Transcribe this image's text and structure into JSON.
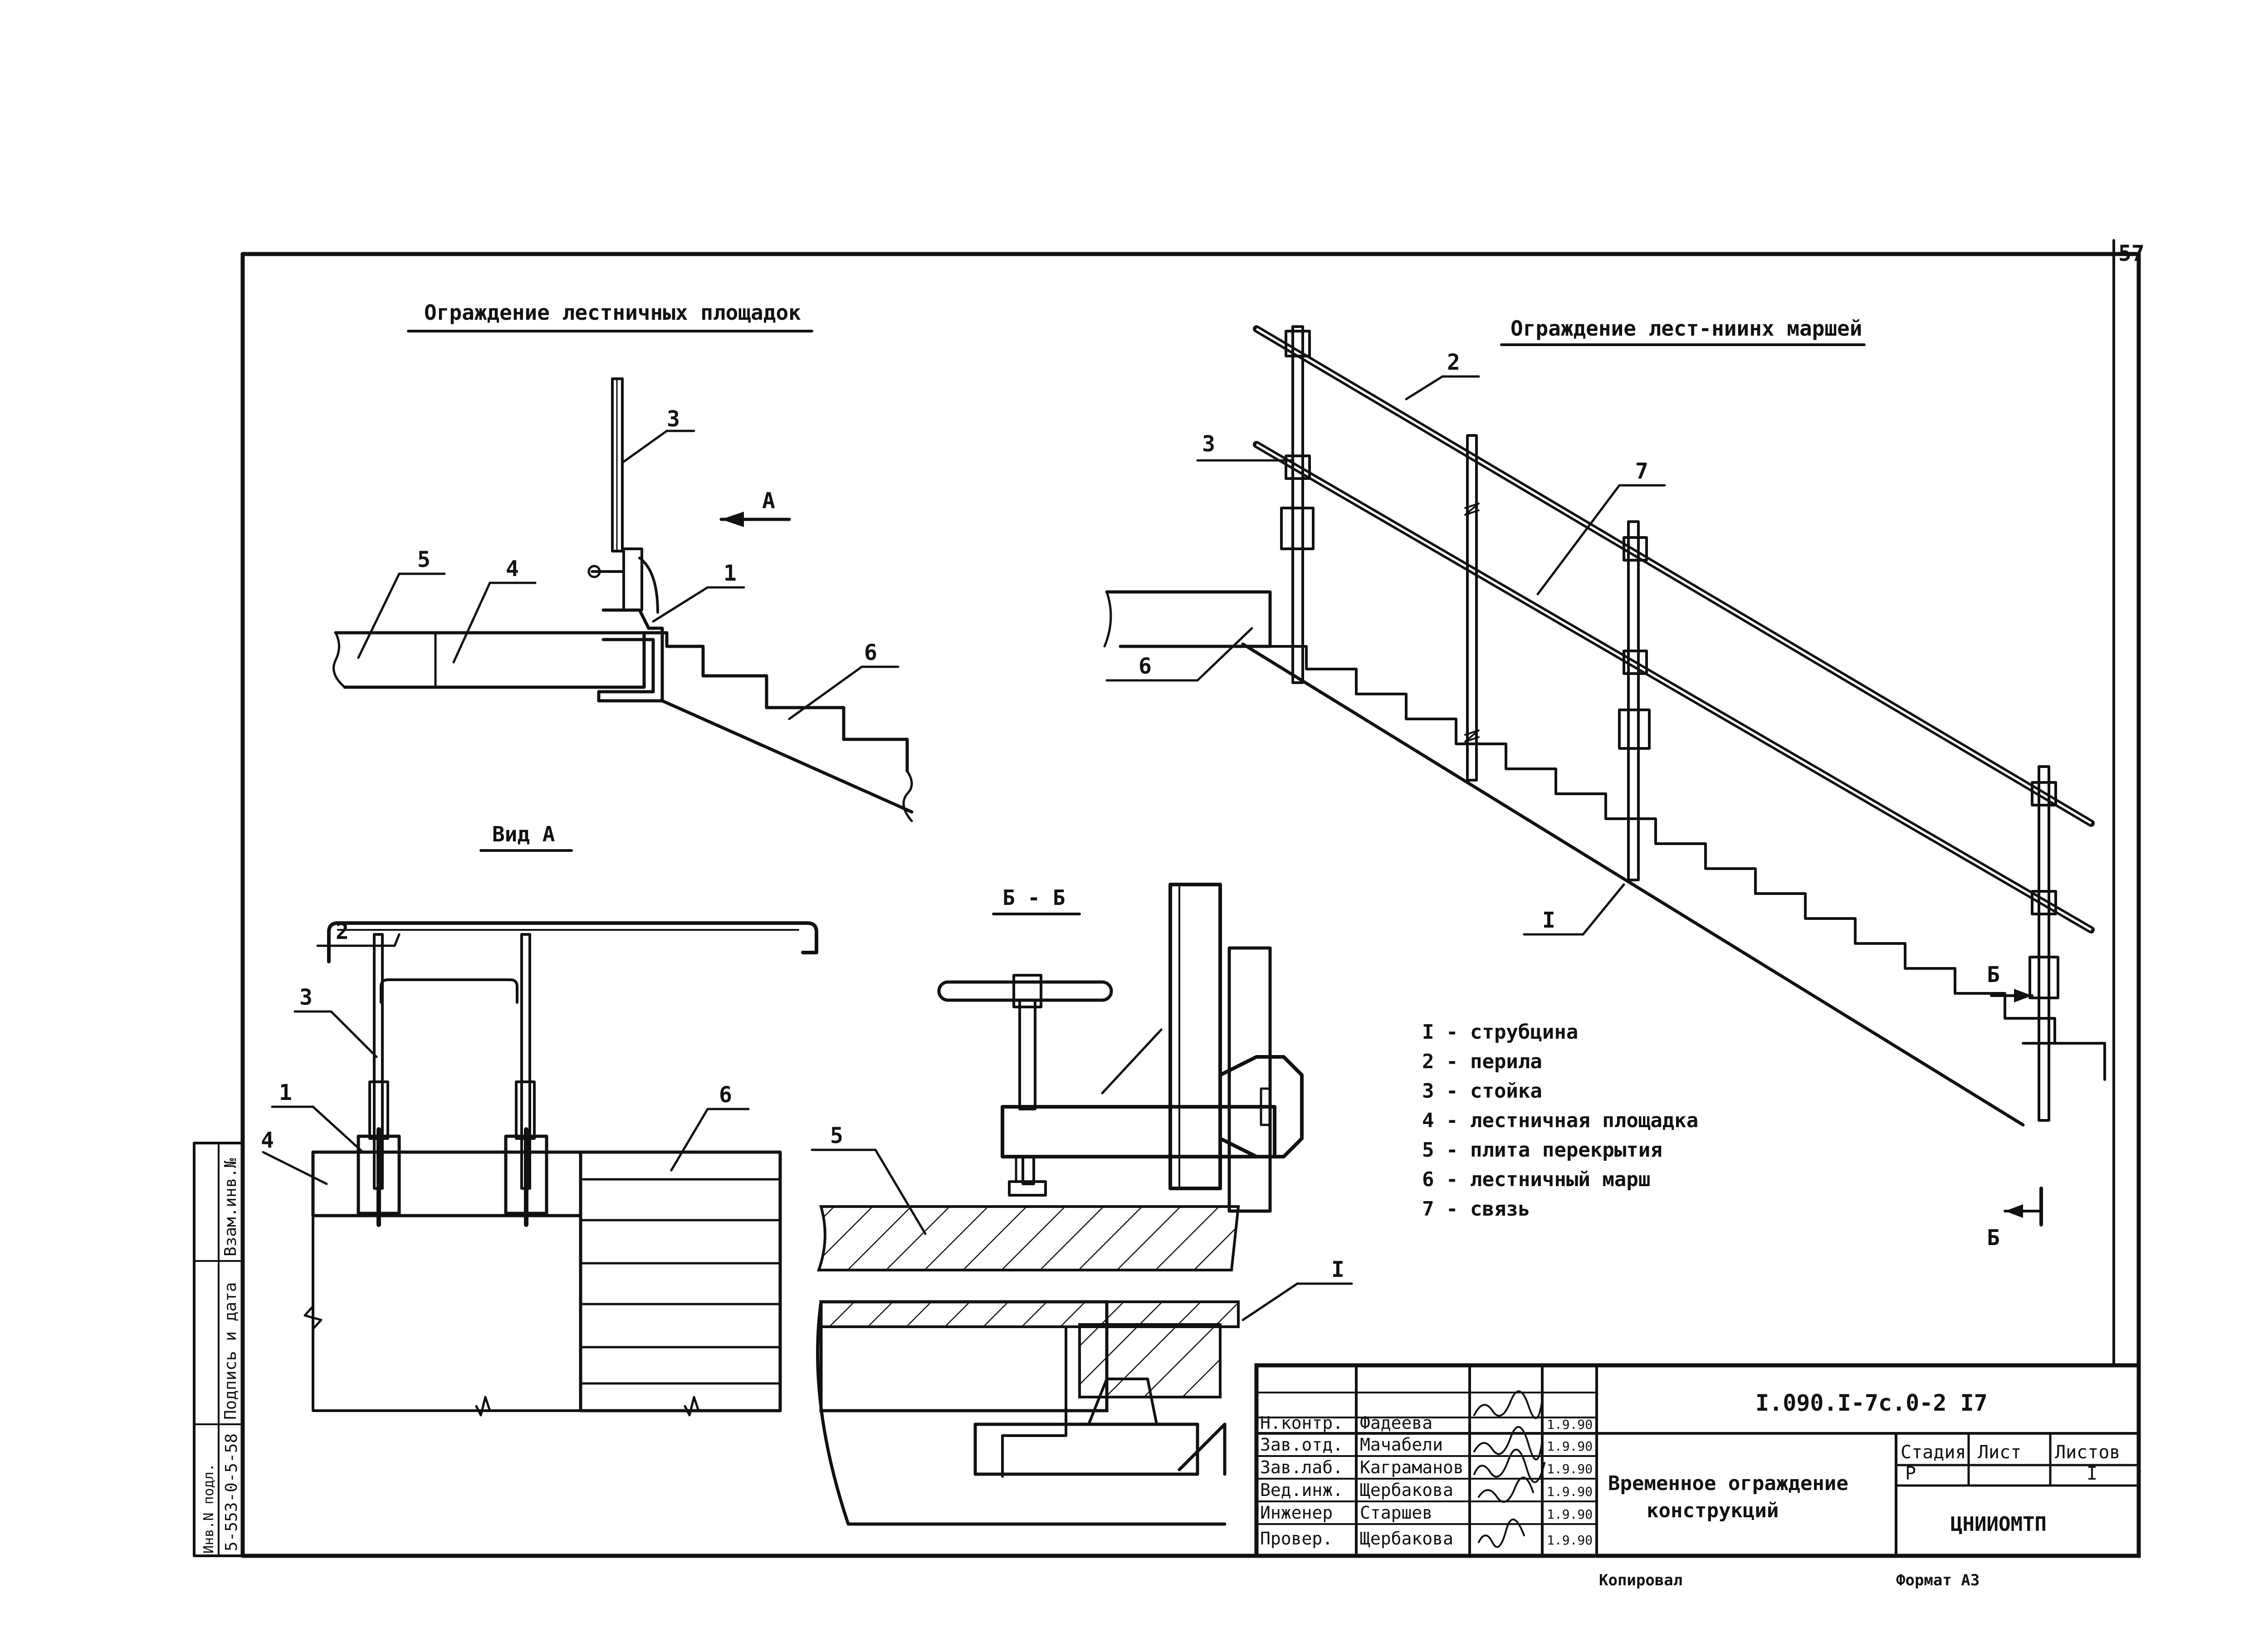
{
  "sheet_number": "57",
  "headings": {
    "landings": "Ограждение лестничных площадок",
    "flights": "Ограждение лест-ниинх маршей",
    "view_a": "Вид А",
    "section_bb": "Б - Б"
  },
  "markers": {
    "view_arrow": "А",
    "section_b_top": "Б",
    "section_b_bottom": "Б"
  },
  "callouts": {
    "n1": "1",
    "n2": "2",
    "n3": "3",
    "n4": "4",
    "n5": "5",
    "n6": "6",
    "n7": "7",
    "roman1": "I"
  },
  "legend": [
    "I - струбцина",
    "2 - перила",
    "3 - стойка",
    "4 - лестничная площадка",
    "5 - плита перекрытия",
    "6 - лестничный марш",
    "7 - связь"
  ],
  "side_stamp": {
    "inv_replace": "Взам.инв.№",
    "signature_date": "Подпись и дата",
    "inv_original": "Инв.N подл.",
    "inv_number": "5-553-0-5-58"
  },
  "title_block": {
    "doc_code": "I.090.I-7с.0-2 I7",
    "title_line1": "Временное ограждение",
    "title_line2": "конструкций",
    "stage_header": "Стадия",
    "sheet_header": "Лист",
    "sheets_header": "Листов",
    "stage_value": "Р",
    "sheets_value": "I",
    "org": "ЦНИИОМТП",
    "rows": [
      {
        "role": "Н.контр.",
        "name": "Фадеева",
        "date": "1.9.90"
      },
      {
        "role": "Зав.отд.",
        "name": "Мачабели",
        "date": "1.9.90"
      },
      {
        "role": "Зав.лаб.",
        "name": "Каграманов",
        "date": "1.9.90"
      },
      {
        "role": "Вед.инж.",
        "name": "Щербакова",
        "date": "1.9.90"
      },
      {
        "role": "Инженер",
        "name": "Старшев",
        "date": "1.9.90"
      },
      {
        "role": "Провер.",
        "name": "Щербакова",
        "date": "1.9.90"
      }
    ]
  },
  "footer": {
    "copied": "Копировал",
    "format": "Формат А3"
  }
}
